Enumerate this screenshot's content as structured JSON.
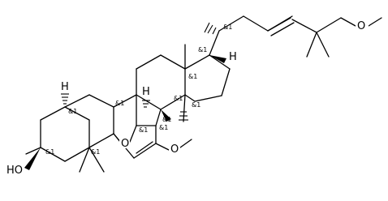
{
  "molecule": {
    "atom_labels": {
      "hydroxyl": "HO",
      "bridge_oxygen": "O",
      "methoxy_ring": "O",
      "methoxy_chain": "O",
      "h_top_right": "H",
      "h_ring_left": "H",
      "h_ring_center": "H"
    },
    "stereo_mark": "&1"
  }
}
